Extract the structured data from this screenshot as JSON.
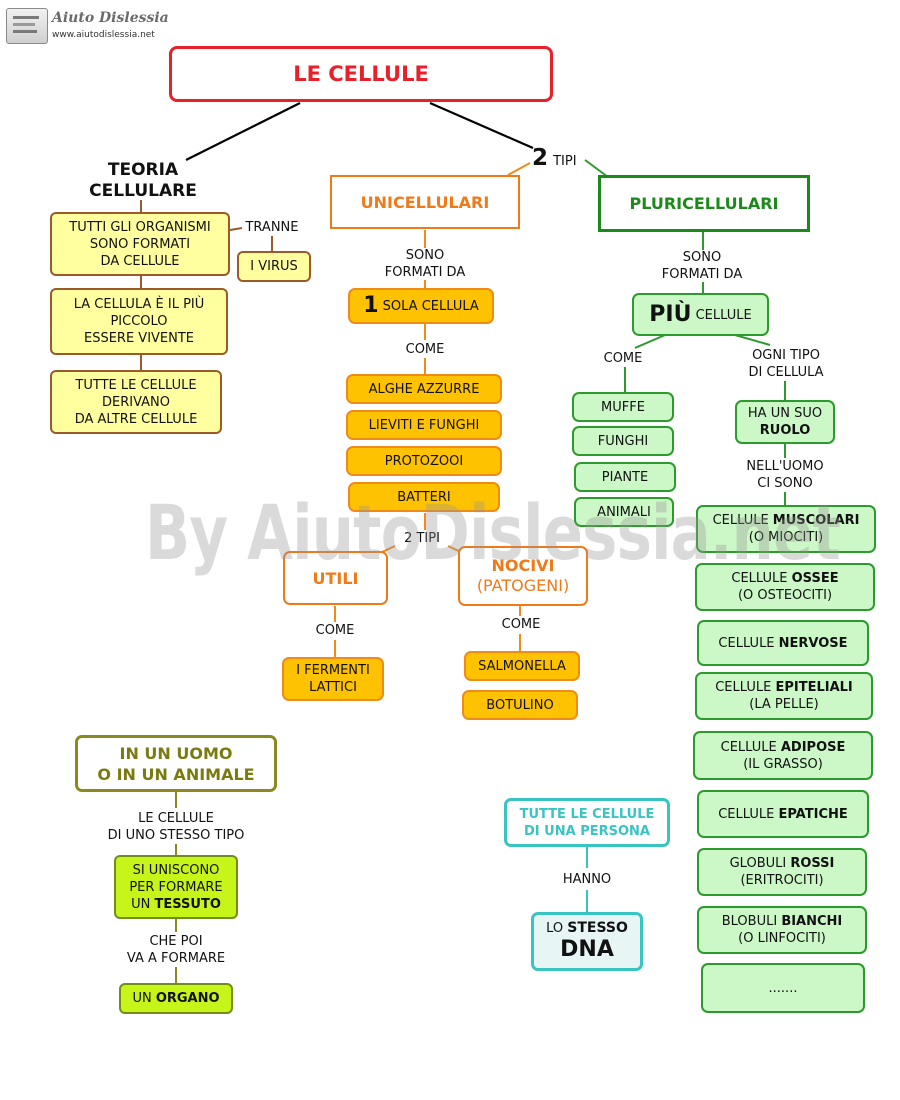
{
  "brand": {
    "name": "Aiuto Dislessia",
    "url": "www.aiutodislessia.net"
  },
  "title": "LE CELLULE",
  "teoria": {
    "heading_line1": "TEORIA",
    "heading_line2": "CELLULARE",
    "item1": [
      "TUTTI GLI ORGANISMI",
      "SONO FORMATI",
      "DA CELLULE"
    ],
    "tranne": "TRANNE",
    "virus": "I VIRUS",
    "item2": [
      "LA CELLULA È IL PIÙ",
      "PICCOLO",
      "ESSERE VIVENTE"
    ],
    "item3": [
      "TUTTE LE CELLULE",
      "DERIVANO",
      "DA ALTRE CELLULE"
    ]
  },
  "tipi": {
    "number": "2",
    "label": "TIPI"
  },
  "uni": {
    "title": "UNICELLULARI",
    "sono_formati": [
      "SONO",
      "FORMATI DA"
    ],
    "sola_num": "1",
    "sola_text": "SOLA CELLULA",
    "come": "COME",
    "examples": [
      "ALGHE AZZURRE",
      "LIEVITI E FUNGHI",
      "PROTOZOOI",
      "BATTERI"
    ],
    "tipi2": "2 TIPI",
    "utili": "UTILI",
    "nocivi": "NOCIVI",
    "patogeni": "(PATOGENI)",
    "come_utili": "COME",
    "come_nocivi": "COME",
    "fermenti": [
      "I FERMENTI",
      "LATTICI"
    ],
    "salmonella": "SALMONELLA",
    "botulino": "BOTULINO"
  },
  "pluri": {
    "title": "PLURICELLULARI",
    "sono_formati": [
      "SONO",
      "FORMATI DA"
    ],
    "piu_big": "PIÙ",
    "piu_text": "CELLULE",
    "come": "COME",
    "examples": [
      "MUFFE",
      "FUNGHI",
      "PIANTE",
      "ANIMALI"
    ],
    "ogni_tipo": [
      "OGNI TIPO",
      "DI CELLULA"
    ],
    "ruolo_pre": "HA UN SUO",
    "ruolo_b": "RUOLO",
    "uomo": [
      "NELL'UOMO",
      "CI SONO"
    ],
    "cells": [
      {
        "pre": "CELLULE ",
        "bold": "MUSCOLARI",
        "sub": "(O MIOCITI)"
      },
      {
        "pre": "CELLULE ",
        "bold": "OSSEE",
        "sub": "(O OSTEOCITI)"
      },
      {
        "pre": "CELLULE ",
        "bold": "NERVOSE",
        "sub": ""
      },
      {
        "pre": "CELLULE ",
        "bold": "EPITELIALI",
        "sub": "(LA PELLE)"
      },
      {
        "pre": "CELLULE ",
        "bold": "ADIPOSE",
        "sub": "(IL GRASSO)"
      },
      {
        "pre": "CELLULE ",
        "bold": "EPATICHE",
        "sub": ""
      },
      {
        "pre": "GLOBULI ",
        "bold": "ROSSI",
        "sub": "(ERITROCITI)"
      },
      {
        "pre": "BLOBULI ",
        "bold": "BIANCHI",
        "sub": "(O LINFOCITI)"
      },
      {
        "pre": ".......",
        "bold": "",
        "sub": ""
      }
    ]
  },
  "uomo": {
    "title_line1": "IN UN UOMO",
    "title_line2": "O IN UN ANIMALE",
    "le_cellule": [
      "LE CELLULE",
      "DI UNO STESSO TIPO"
    ],
    "si_uniscono": [
      "SI UNISCONO",
      "PER  FORMARE"
    ],
    "un": "UN ",
    "tessuto": "TESSUTO",
    "che_poi": [
      "CHE POI",
      "VA A FORMARE"
    ],
    "organo_pre": "UN ",
    "organo": "ORGANO"
  },
  "dna": {
    "title": [
      "TUTTE LE CELLULE",
      "DI UNA PERSONA"
    ],
    "hanno": "HANNO",
    "lo": "LO ",
    "stesso": "STESSO",
    "dna": "DNA"
  },
  "watermark": "By AiutoDislessia.net",
  "colors": {
    "title_red": "#e8202a",
    "orange": "#f07a18",
    "green_dark": "#1b8a1b",
    "olive": "#7a7a10",
    "teal": "#39c4c4"
  }
}
